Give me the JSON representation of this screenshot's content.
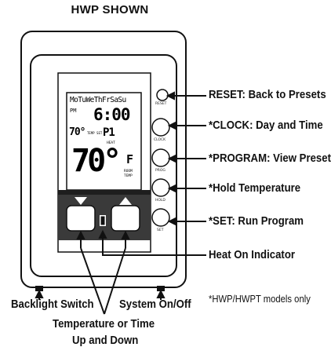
{
  "title": "HWP SHOWN",
  "lcd": {
    "days": "MoTuWeThFrSaSu",
    "pm": "PM",
    "time": "6:00",
    "small_temp": "70°",
    "temp_set_label": "TEMP SET",
    "program": "P1",
    "heat_label": "HEAT",
    "big_temp": "70°",
    "unit": "F",
    "room_label": "ROOM",
    "temp_label": "TEMP"
  },
  "buttons": {
    "reset": "RESET",
    "clock": "CLOCK",
    "prog": "PROG",
    "hold": "HOLD",
    "set": "SET"
  },
  "callouts": {
    "reset": "RESET: Back to Presets",
    "clock": "*CLOCK: Day and Time",
    "program": "*PROGRAM: View Presets",
    "hold": "*Hold Temperature",
    "set": "*SET: Run Program",
    "heat": "Heat On Indicator"
  },
  "bottom": {
    "backlight": "Backlight Switch",
    "system": "System On/Off",
    "temp_time_1": "Temperature or Time",
    "temp_time_2": "Up and Down"
  },
  "note": "*HWP/HWPT models only"
}
